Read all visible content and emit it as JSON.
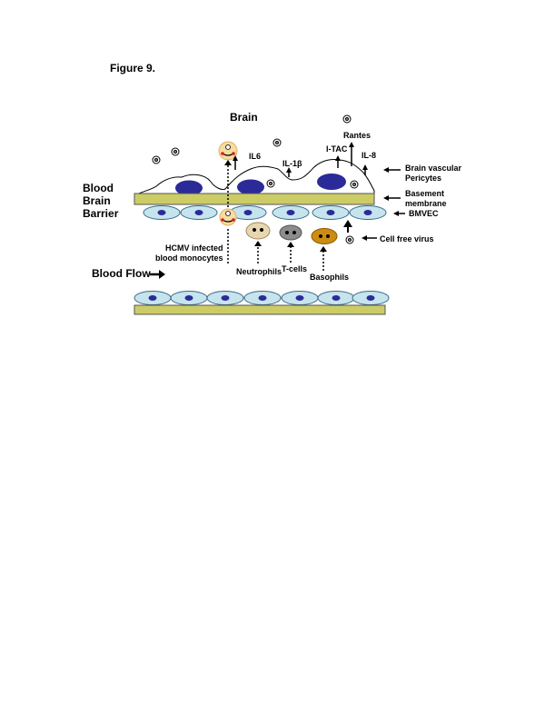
{
  "figure_title": "Figure 9.",
  "labels": {
    "brain": "Brain",
    "bbb_line1": "Blood",
    "bbb_line2": "Brain",
    "bbb_line3": "Barrier",
    "blood_flow": "Blood Flow",
    "il6": "IL6",
    "il1b": "IL-1β",
    "itac": "I-TAC",
    "il8": "IL-8",
    "rantes": "Rantes",
    "pericytes_line1": "Brain vascular",
    "pericytes_line2": "Pericytes",
    "basement_line1": "Basement",
    "basement_line2": "membrane",
    "bmvec": "BMVEC",
    "cell_free_virus": "Cell free virus",
    "hcmv_line1": "HCMV infected",
    "hcmv_line2": "blood monocytes",
    "neutrophils": "Neutrophils",
    "tcells": "T-cells",
    "basophils": "Basophils"
  },
  "colors": {
    "membrane": "#cccc66",
    "endothelial": "#c6e4ee",
    "nucleus": "#2a2a99",
    "neutrophil": "#e8d6b0",
    "tcell": "#8c8c8c",
    "basophil": "#cc8c14",
    "monocyte": "#f8dca0"
  }
}
